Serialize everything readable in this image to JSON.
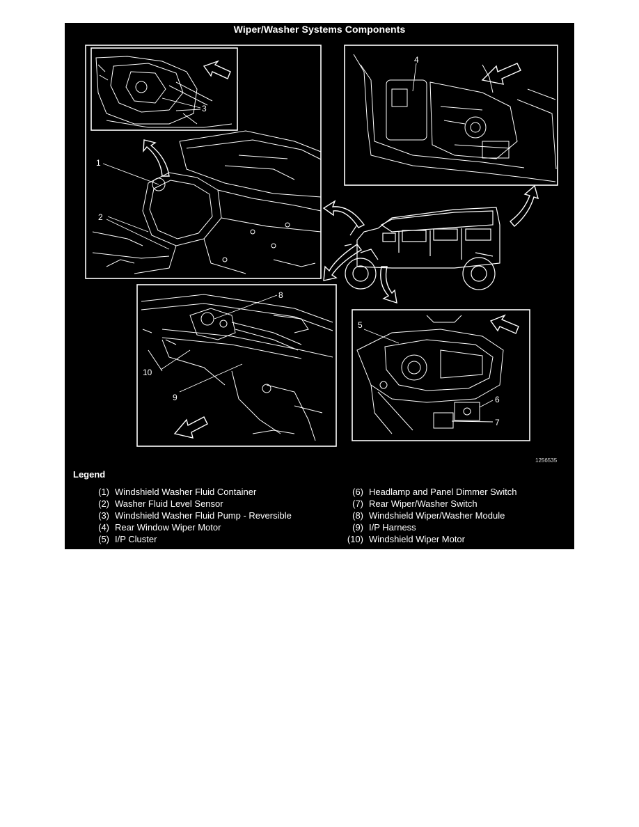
{
  "figure": {
    "title": "Wiper/Washer Systems Components",
    "figure_id": "1256535",
    "callouts": [
      "1",
      "2",
      "3",
      "4",
      "5",
      "6",
      "7",
      "8",
      "9",
      "10"
    ]
  },
  "legend": {
    "heading": "Legend",
    "items": [
      {
        "num": "(1)",
        "label": "Windshield Washer Fluid Container"
      },
      {
        "num": "(2)",
        "label": "Washer Fluid Level Sensor"
      },
      {
        "num": "(3)",
        "label": "Windshield Washer Fluid Pump - Reversible"
      },
      {
        "num": "(4)",
        "label": "Rear Window Wiper Motor"
      },
      {
        "num": "(5)",
        "label": "I/P Cluster"
      },
      {
        "num": "(6)",
        "label": "Headlamp and Panel Dimmer Switch"
      },
      {
        "num": "(7)",
        "label": "Rear Wiper/Washer Switch"
      },
      {
        "num": "(8)",
        "label": "Windshield Wiper/Washer Module"
      },
      {
        "num": "(9)",
        "label": "I/P Harness"
      },
      {
        "num": "(10)",
        "label": "Windshield Wiper Motor"
      }
    ]
  },
  "colors": {
    "background": "#000000",
    "ink": "#ffffff",
    "page": "#ffffff"
  }
}
